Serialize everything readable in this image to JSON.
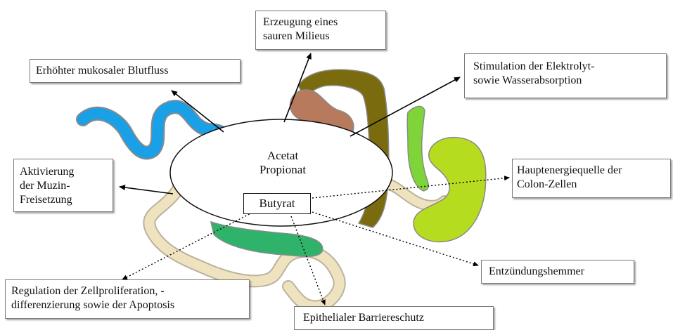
{
  "center": {
    "line1": "Acetat",
    "line2": "Propionat",
    "butyrat": "Butyrat"
  },
  "boxes": {
    "blood_flow": "Erhöhter mukosaler Blutfluss",
    "acid_line1": "Erzeugung eines",
    "acid_line2": "sauren Milieus",
    "electrolyte_line1": "Stimulation der Elektrolyt-",
    "electrolyte_line2": "sowie Wasserabsorption",
    "mucin_line1": "Aktivierung",
    "mucin_line2": "der Muzin-",
    "mucin_line3": "Freisetzung",
    "energy_line1": "Hauptenergiequelle der",
    "energy_line2": "Colon-Zellen",
    "anti_inflammatory": "Entzündungshemmer",
    "regulation_line1": "Regulation der Zellproliferation, -",
    "regulation_line2": "differenzierung sowie der Apoptosis",
    "barrier": "Epithelialer Barriereschutz"
  },
  "colors": {
    "small_intestine": "#1aa0e6",
    "small_intestine_outline": "#8a8a8a",
    "cecum_brown": "#b87a5c",
    "colon_olive": "#7a6b0e",
    "light_green": "#7fd43a",
    "stomach_lime": "#b5dc1f",
    "rectum_tan": "#efe3bf",
    "dark_green": "#2fb36a"
  }
}
